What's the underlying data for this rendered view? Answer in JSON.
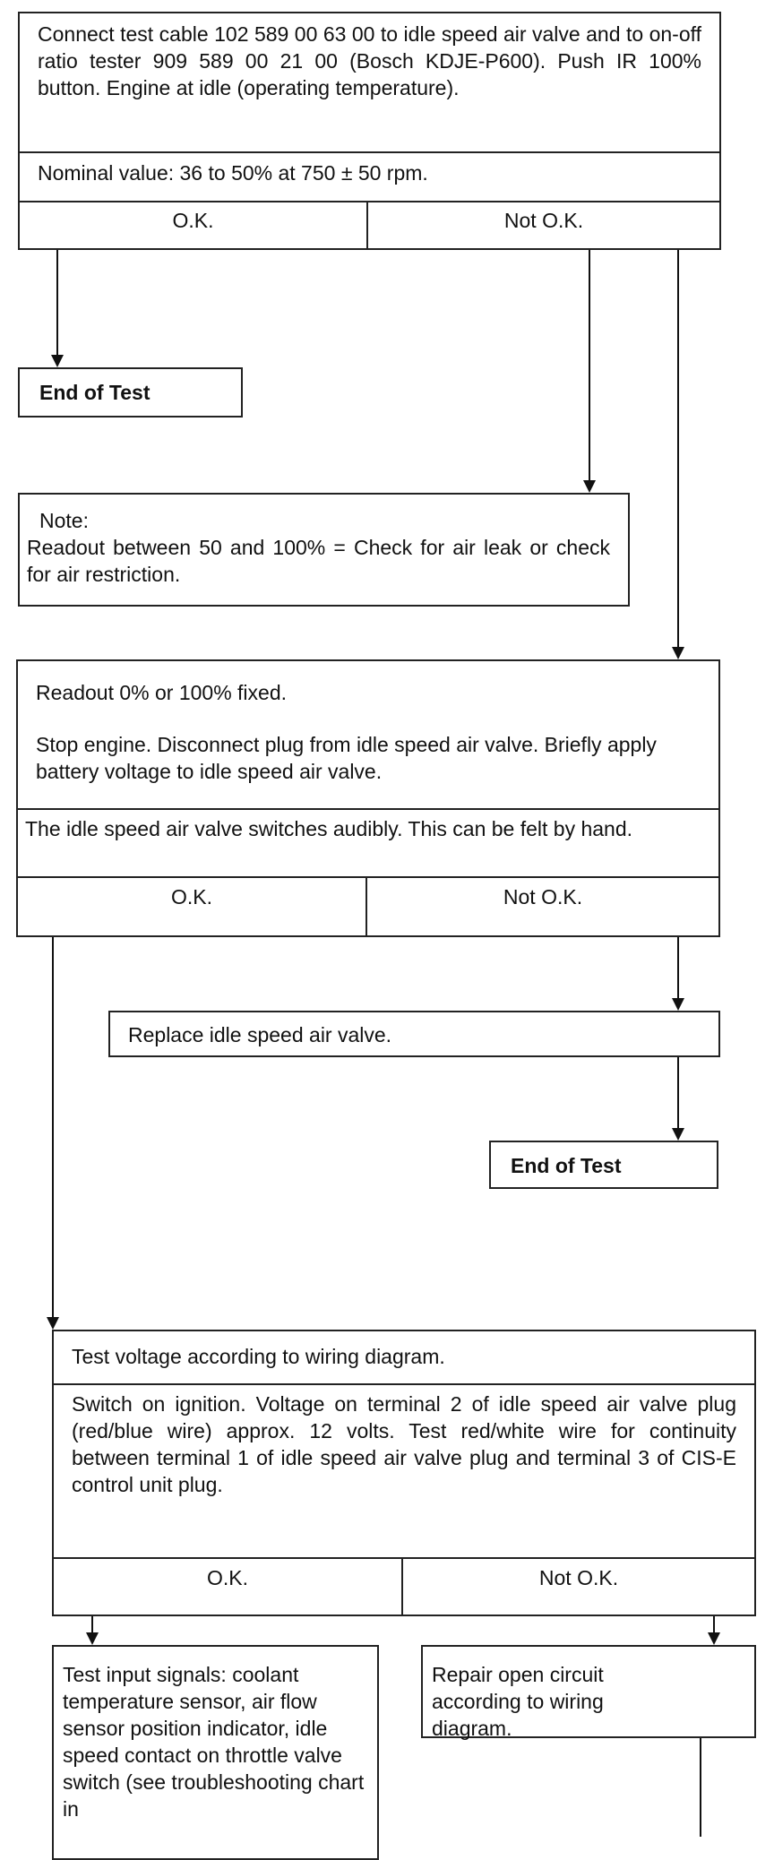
{
  "step1": {
    "instruction": "Connect test cable 102 589 00 63 00 to idle speed air valve and to on-off ratio tester 909 589 00 21 00 (Bosch KDJE-P600). Push IR 100% button. Engine at idle (operating temperature).",
    "nominal": "Nominal value: 36 to 50% at 750 ± 50 rpm.",
    "ok_label": "O.K.",
    "not_ok_label": "Not O.K."
  },
  "end1": {
    "label": "End of Test"
  },
  "note": {
    "title": "Note:",
    "text": "Readout between 50 and 100% = Check for air leak or check for air restriction."
  },
  "step2": {
    "readout": "Readout 0% or 100% fixed.",
    "instruction": "Stop engine. Disconnect plug from idle speed air valve. Briefly apply battery voltage to idle speed air valve.",
    "check": "The idle speed air valve switches audibly. This can be felt by hand.",
    "ok_label": "O.K.",
    "not_ok_label": "Not O.K."
  },
  "replace": {
    "label": "Replace idle speed air valve."
  },
  "end2": {
    "label": "End of Test"
  },
  "step3": {
    "title": "Test voltage according to wiring diagram.",
    "instruction": "Switch on ignition. Voltage on terminal 2 of idle speed air valve plug (red/blue wire) approx. 12 volts. Test red/white wire for continuity between terminal 1 of idle speed air valve plug and terminal 3 of CIS-E control unit plug.",
    "ok_label": "O.K.",
    "not_ok_label": "Not O.K."
  },
  "test_inputs": {
    "text": "Test input signals: coolant temperature sensor, air flow sensor position indicator, idle speed contact on throttle valve switch (see troubleshooting chart in"
  },
  "repair": {
    "text": "Repair open circuit according to wiring diagram."
  }
}
